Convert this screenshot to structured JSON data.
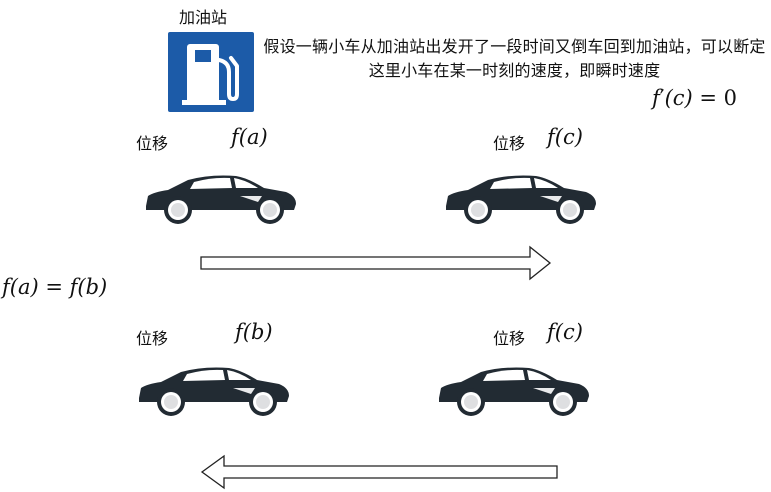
{
  "station": {
    "label": "加油站",
    "icon": "gas-station-icon",
    "color": "#1c5ba8"
  },
  "description": "假设一辆小车从加油站出发开了一段时间又倒车回到加油站，可以断定这里小车在某一时刻的速度，即瞬时速度",
  "derivative": {
    "f": "f",
    "prime": "′",
    "arg": "(c)",
    "eq": " = ",
    "val": "0"
  },
  "equality": {
    "lhs_f": "f",
    "lhs_arg": "(a)",
    "eq": " = ",
    "rhs_f": "f",
    "rhs_arg": "(b)"
  },
  "rows": [
    {
      "left": {
        "label": "位移",
        "f": "f",
        "arg": "(a)"
      },
      "right": {
        "label": "位移",
        "f": "f",
        "arg": "(c)"
      },
      "arrow_direction": "right"
    },
    {
      "left": {
        "label": "位移",
        "f": "f",
        "arg": "(b)"
      },
      "right": {
        "label": "位移",
        "f": "f",
        "arg": "(c)"
      },
      "arrow_direction": "left"
    }
  ],
  "colors": {
    "car": "#222b33",
    "wheel_rim": "#ffffff",
    "arrow_stroke": "#222222"
  }
}
